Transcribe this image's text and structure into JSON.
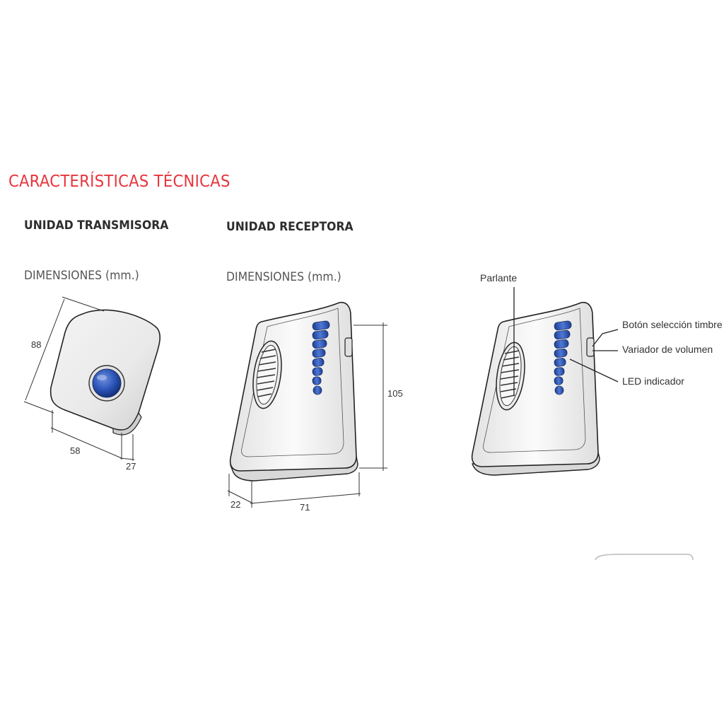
{
  "section_title": "CARACTERÍSTICAS TÉCNICAS",
  "transmitter": {
    "heading": "UNIDAD TRANSMISORA",
    "dimensions_label": "DIMENSIONES (mm.)",
    "height": "88",
    "width": "58",
    "depth": "27"
  },
  "receiver": {
    "heading": "UNIDAD RECEPTORA",
    "dimensions_label": "DIMENSIONES (mm.)",
    "height": "105",
    "width": "71",
    "depth": "22"
  },
  "callouts": {
    "speaker": "Parlante",
    "tone_button": "Botón selección timbre",
    "volume": "Variador de volumen",
    "led": "LED indicador"
  },
  "colors": {
    "title": "#e8343c",
    "led_blue": "#2b55b8"
  }
}
